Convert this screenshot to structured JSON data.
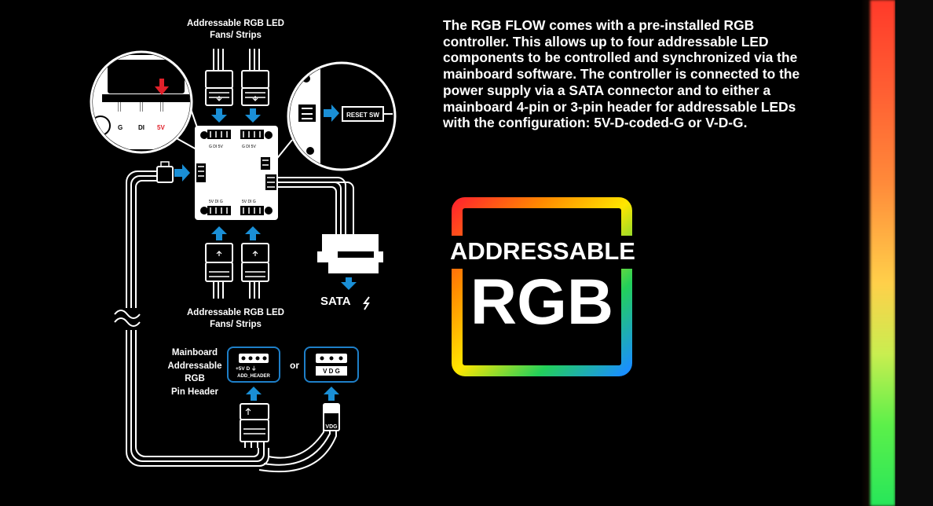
{
  "diagram": {
    "top_label": [
      "Addressable RGB LED",
      "Fans/ Strips"
    ],
    "bottom_label": [
      "Addressable RGB LED",
      "Fans/ Strips"
    ],
    "mainboard_label": [
      "Mainboard",
      "Addressable",
      "RGB",
      "Pin Header"
    ],
    "reset_label": "RESET SW",
    "sata_label": "SATA",
    "or_label": "or",
    "header4": {
      "pins": "+5V  D    ⏚",
      "name": "ADD_HEADER"
    },
    "header3": {
      "pins": "V  D  G"
    },
    "cable_label": "VDG",
    "zoom_pins": {
      "g": "G",
      "di": "DI",
      "v5": "5V"
    },
    "board_pins": {
      "top_left": "G  DI  5V",
      "top_right": "G  DI  5V",
      "bottom_left": "5V DI  G",
      "bottom_right": "5V DI  G"
    }
  },
  "description": [
    "The RGB FLOW comes with a pre-installed RGB",
    "controller.  This allows up to four addressable LED",
    "components to be controlled and synchronized via the",
    "mainboard software. The controller is connected to the",
    "power supply via a SATA connector and to  either a",
    "mainboard 4-pin or 3-pin header for addressable LEDs",
    "with the configuration: 5V-D-coded-G or V-D-G."
  ],
  "badge": {
    "line1": "ADDRESSABLE",
    "line2": "RGB"
  },
  "colors": {
    "background": "#000000",
    "arrow": "#1a8fd6",
    "red": "#e0202a",
    "header_border": "#1e7fc8"
  }
}
